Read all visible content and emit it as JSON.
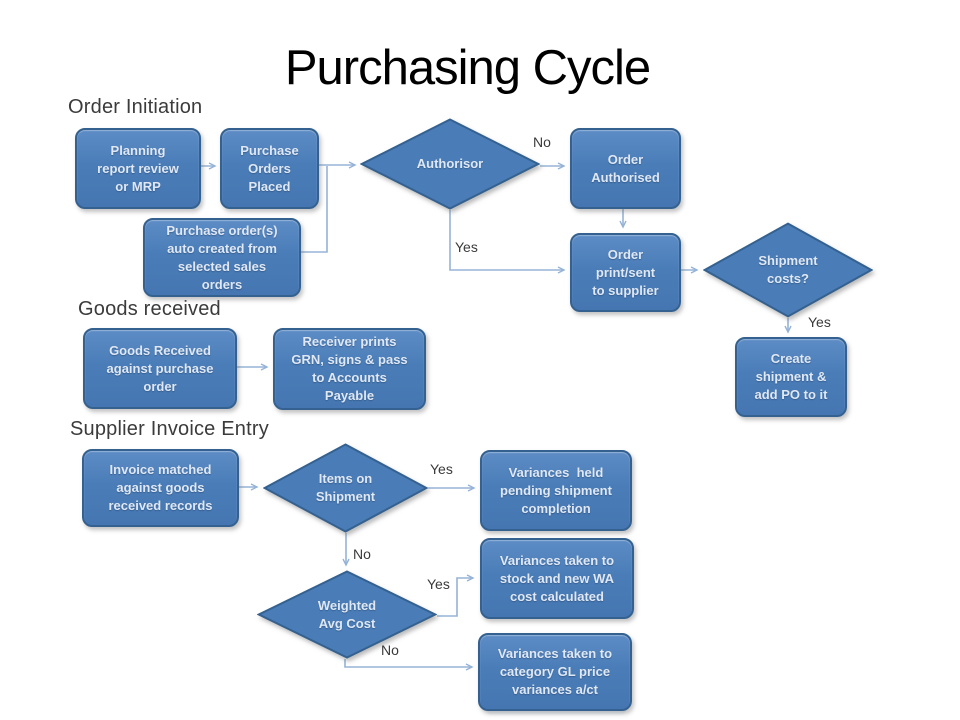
{
  "title": "Purchasing Cycle",
  "sections": [
    {
      "id": "order-initiation",
      "label": "Order Initiation"
    },
    {
      "id": "goods-received",
      "label": "Goods received"
    },
    {
      "id": "supplier-invoice-entry",
      "label": "Supplier Invoice Entry"
    }
  ],
  "nodes": {
    "planning": {
      "type": "process",
      "label": "Planning\nreport review\nor MRP"
    },
    "po_placed": {
      "type": "process",
      "label": "Purchase\nOrders\nPlaced"
    },
    "po_auto": {
      "type": "process",
      "label": "Purchase order(s)\nauto created from\nselected sales\norders"
    },
    "authorisor": {
      "type": "decision",
      "label": "Authorisor"
    },
    "order_authorised": {
      "type": "process",
      "label": "Order\nAuthorised"
    },
    "order_print": {
      "type": "process",
      "label": "Order\nprint/sent\nto supplier"
    },
    "shipment_costs": {
      "type": "decision",
      "label": "Shipment\ncosts?"
    },
    "create_shipment": {
      "type": "process",
      "label": "Create\nshipment &\nadd PO to it"
    },
    "goods_received": {
      "type": "process",
      "label": "Goods Received\nagainst purchase\norder"
    },
    "receiver_prints": {
      "type": "process",
      "label": "Receiver prints\nGRN, signs & pass\nto Accounts\nPayable"
    },
    "invoice_matched": {
      "type": "process",
      "label": "Invoice matched\nagainst goods\nreceived records"
    },
    "items_on_shipment": {
      "type": "decision",
      "label": "Items on\nShipment"
    },
    "weighted_avg_cost": {
      "type": "decision",
      "label": "Weighted\nAvg Cost"
    },
    "variances_held": {
      "type": "process",
      "label": "Variances  held\npending shipment\ncompletion"
    },
    "variances_stock": {
      "type": "process",
      "label": "Variances taken to\nstock and new WA\ncost calculated"
    },
    "variances_gl": {
      "type": "process",
      "label": "Variances taken to\ncategory GL price\nvariances a/ct"
    }
  },
  "edge_labels": {
    "authorisor_no": "No",
    "authorisor_yes": "Yes",
    "shipment_yes": "Yes",
    "items_yes": "Yes",
    "items_no": "No",
    "wac_yes": "Yes",
    "wac_no": "No"
  },
  "colors": {
    "node_fill": "#4a7db8",
    "node_border": "#34618f",
    "node_text": "#dfe8f4",
    "connector": "#95b3d7",
    "section_text": "#3b3b3b",
    "title_text": "#000000",
    "background": "#ffffff"
  }
}
